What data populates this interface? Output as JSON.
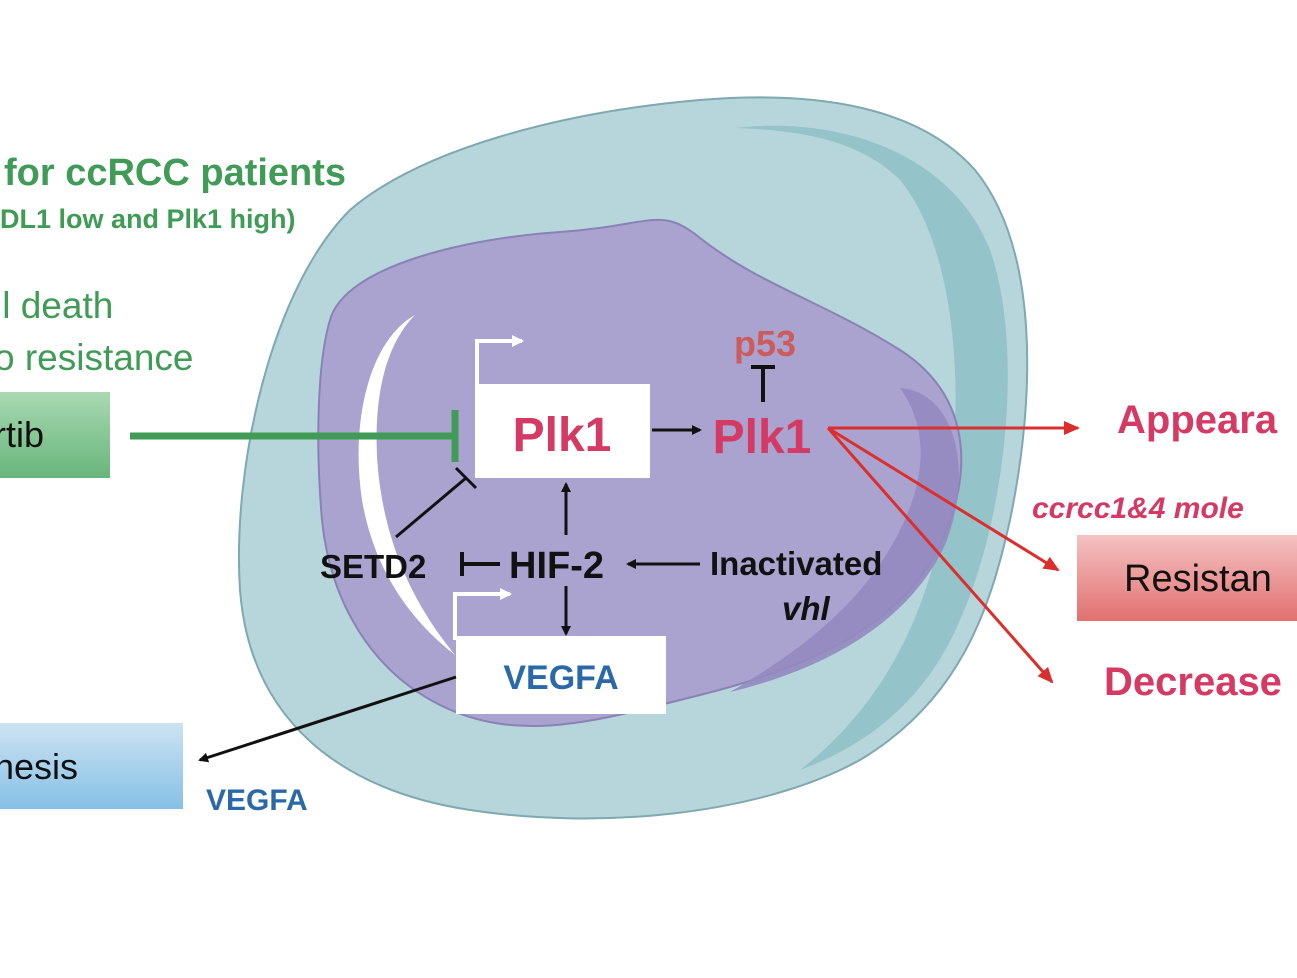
{
  "heading": {
    "title": "for ccRCC patients",
    "subtitle": "DL1 low and Plk1 high)"
  },
  "left_notes": {
    "line1": "ll death",
    "line2": "o resistance"
  },
  "left_boxes": {
    "drug": "rtib",
    "angio": "nesis"
  },
  "nucleus": {
    "plk1_box": "Plk1",
    "plk1_active": "Plk1",
    "p53": "p53",
    "setd2": "SETD2",
    "hif2": "HIF-2",
    "inactivated": "Inactivated",
    "vhl": "vhl",
    "vegfa_box": "VEGFA"
  },
  "vegfa_secreted": "VEGFA",
  "right_outcomes": {
    "appearance": "Appeara",
    "subtype": "ccrcc1&4 mole",
    "resistance": "Resistan",
    "decrease": "Decrease"
  },
  "colors": {
    "cell": "#b6d6db",
    "nucleus": "#aaa3cf",
    "green": "#3f9b55",
    "red": "#d43a63",
    "arrow_red": "#d9302e",
    "blue": "#2a68a8"
  }
}
